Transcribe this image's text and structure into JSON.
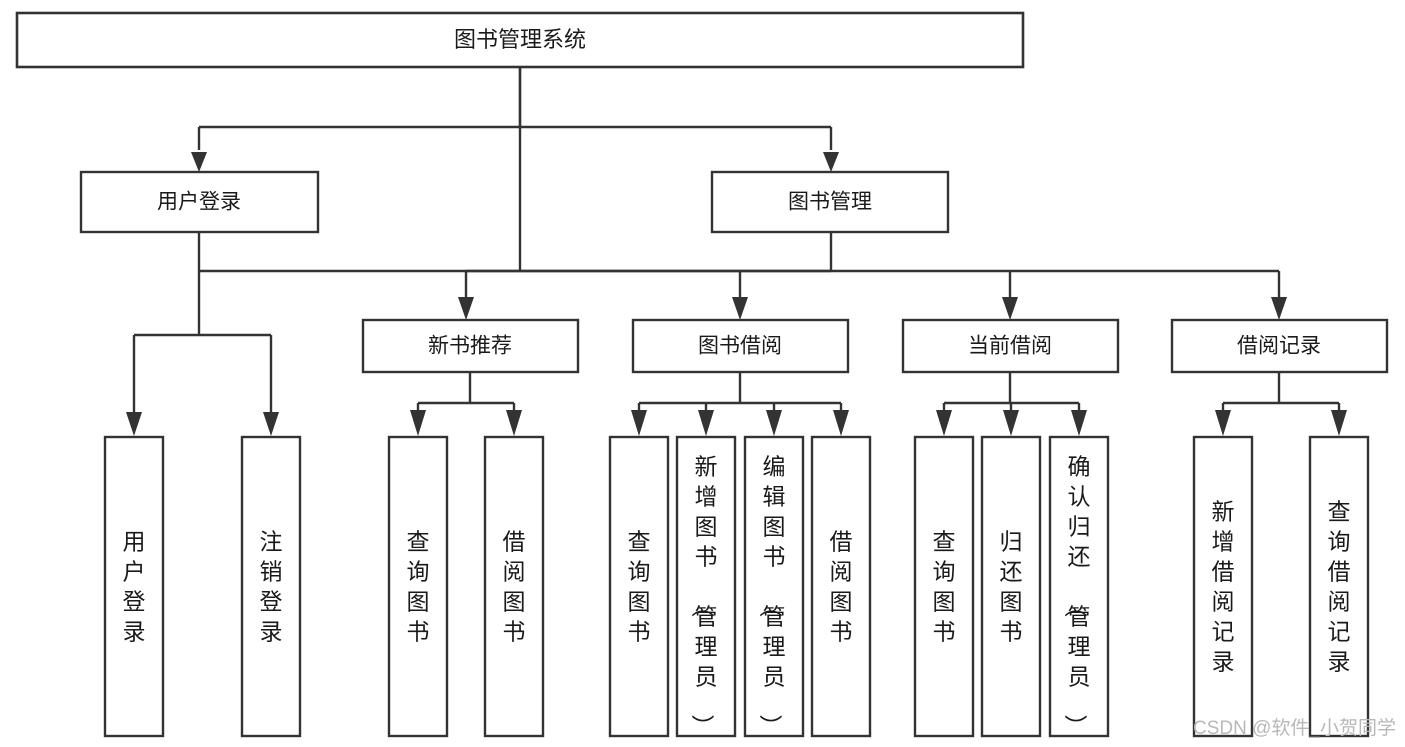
{
  "diagram": {
    "title": "图书管理系统",
    "type": "tree-hierarchy-chart",
    "orientation": "top-down",
    "background_color": "#ffffff",
    "line_color": "#333333",
    "box_fill": "#ffffff",
    "text_color": "#1a1a1a"
  },
  "nodes": {
    "root": {
      "label": "图书管理系统",
      "level": 0,
      "text_orientation": "horizontal"
    },
    "level1": [
      {
        "label": "用户登录",
        "text_orientation": "horizontal"
      },
      {
        "label": "图书管理",
        "text_orientation": "horizontal"
      }
    ],
    "level2": [
      {
        "label": "新书推荐",
        "text_orientation": "horizontal",
        "parent": "图书管理"
      },
      {
        "label": "图书借阅",
        "text_orientation": "horizontal",
        "parent": "图书管理"
      },
      {
        "label": "当前借阅",
        "text_orientation": "horizontal",
        "parent": "图书管理"
      },
      {
        "label": "借阅记录",
        "text_orientation": "horizontal",
        "parent": "图书管理"
      }
    ],
    "leaves": [
      {
        "label": "用户登录",
        "parent": "用户登录",
        "text_orientation": "vertical"
      },
      {
        "label": "注销登录",
        "parent": "用户登录",
        "text_orientation": "vertical"
      },
      {
        "label": "查询图书",
        "parent": "新书推荐",
        "text_orientation": "vertical"
      },
      {
        "label": "借阅图书",
        "parent": "新书推荐",
        "text_orientation": "vertical"
      },
      {
        "label": "查询图书",
        "parent": "图书借阅",
        "text_orientation": "vertical"
      },
      {
        "label": "新增图书（管理员）",
        "parent": "图书借阅",
        "text_orientation": "vertical"
      },
      {
        "label": "编辑图书（管理员）",
        "parent": "图书借阅",
        "text_orientation": "vertical"
      },
      {
        "label": "借阅图书",
        "parent": "图书借阅",
        "text_orientation": "vertical"
      },
      {
        "label": "查询图书",
        "parent": "当前借阅",
        "text_orientation": "vertical"
      },
      {
        "label": "归还图书",
        "parent": "当前借阅",
        "text_orientation": "vertical"
      },
      {
        "label": "确认归还（管理员）",
        "parent": "当前借阅",
        "text_orientation": "vertical"
      },
      {
        "label": "新增借阅记录",
        "parent": "借阅记录",
        "text_orientation": "vertical"
      },
      {
        "label": "查询借阅记录",
        "parent": "借阅记录",
        "text_orientation": "vertical"
      }
    ]
  },
  "watermark": {
    "text": "CSDN @软件_小贺同学"
  }
}
